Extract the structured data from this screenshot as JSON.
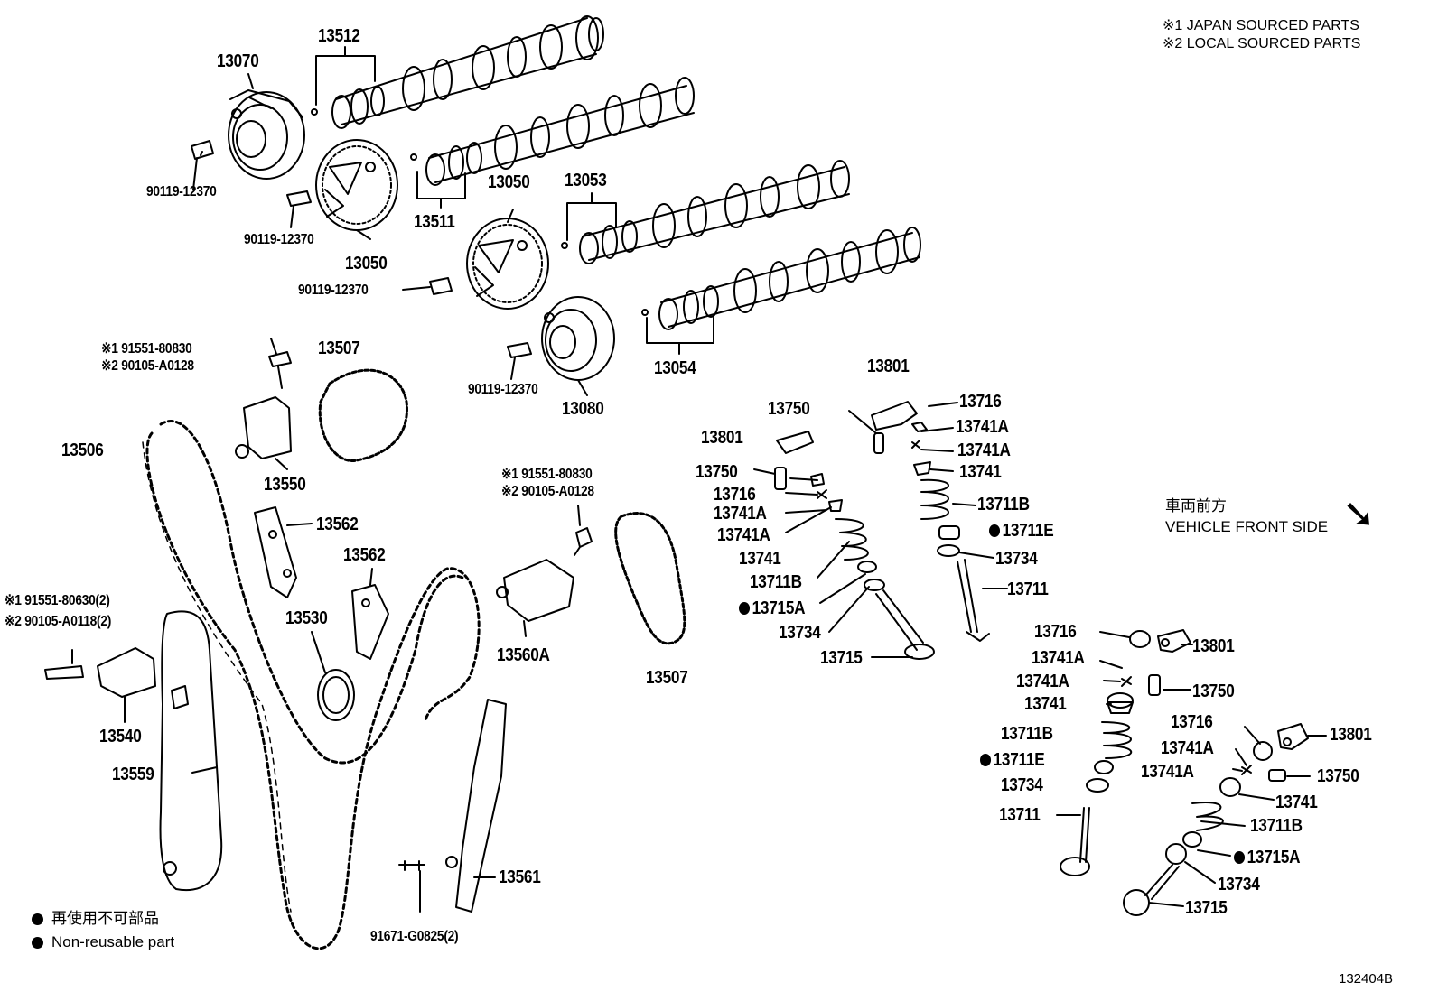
{
  "notes": {
    "n1": "※1 JAPAN SOURCED PARTS",
    "n2": "※2 LOCAL SOURCED PARTS"
  },
  "direction": {
    "jp": "車両前方",
    "en": "VEHICLE FRONT SIDE"
  },
  "legend": {
    "jp": "再使用不可部品",
    "en": "Non-reusable part"
  },
  "figure_id": "132404B",
  "labels": [
    {
      "text": "13512"
    },
    {
      "text": "13070"
    },
    {
      "text": "90119-12370"
    },
    {
      "text": "90119-12370"
    },
    {
      "text": "13511"
    },
    {
      "text": "13050"
    },
    {
      "text": "13053"
    },
    {
      "text": "13050"
    },
    {
      "text": "90119-12370"
    },
    {
      "text": "13054"
    },
    {
      "text": "90119-12370"
    },
    {
      "text": "13080"
    },
    {
      "text": "※1 91551-80830"
    },
    {
      "text": "※2 90105-A0128"
    },
    {
      "text": "13507"
    },
    {
      "text": "13506"
    },
    {
      "text": "13550"
    },
    {
      "text": "13562"
    },
    {
      "text": "13562"
    },
    {
      "text": "13530"
    },
    {
      "text": "※1 91551-80830"
    },
    {
      "text": "※2 90105-A0128"
    },
    {
      "text": "13560A"
    },
    {
      "text": "13507"
    },
    {
      "text": "※1 91551-80630(2)"
    },
    {
      "text": "※2 90105-A0118(2)"
    },
    {
      "text": "13540"
    },
    {
      "text": "13559"
    },
    {
      "text": "13561"
    },
    {
      "text": "91671-G0825(2)"
    },
    {
      "text": "13801"
    },
    {
      "text": "13750"
    },
    {
      "text": "13716"
    },
    {
      "text": "13741A"
    },
    {
      "text": "13741A"
    },
    {
      "text": "13741"
    },
    {
      "text": "13711B"
    },
    {
      "text": "13711E"
    },
    {
      "text": "13734"
    },
    {
      "text": "13711"
    },
    {
      "text": "13801"
    },
    {
      "text": "13750"
    },
    {
      "text": "13716"
    },
    {
      "text": "13741A"
    },
    {
      "text": "13741A"
    },
    {
      "text": "13741"
    },
    {
      "text": "13711B"
    },
    {
      "text": "13715A"
    },
    {
      "text": "13734"
    },
    {
      "text": "13715"
    },
    {
      "text": "13716"
    },
    {
      "text": "13801"
    },
    {
      "text": "13741A"
    },
    {
      "text": "13741A"
    },
    {
      "text": "13750"
    },
    {
      "text": "13741"
    },
    {
      "text": "13711B"
    },
    {
      "text": "13711E"
    },
    {
      "text": "13734"
    },
    {
      "text": "13711"
    },
    {
      "text": "13716"
    },
    {
      "text": "13801"
    },
    {
      "text": "13741A"
    },
    {
      "text": "13741A"
    },
    {
      "text": "13750"
    },
    {
      "text": "13741"
    },
    {
      "text": "13711B"
    },
    {
      "text": "13715A"
    },
    {
      "text": "13734"
    },
    {
      "text": "13715"
    }
  ]
}
